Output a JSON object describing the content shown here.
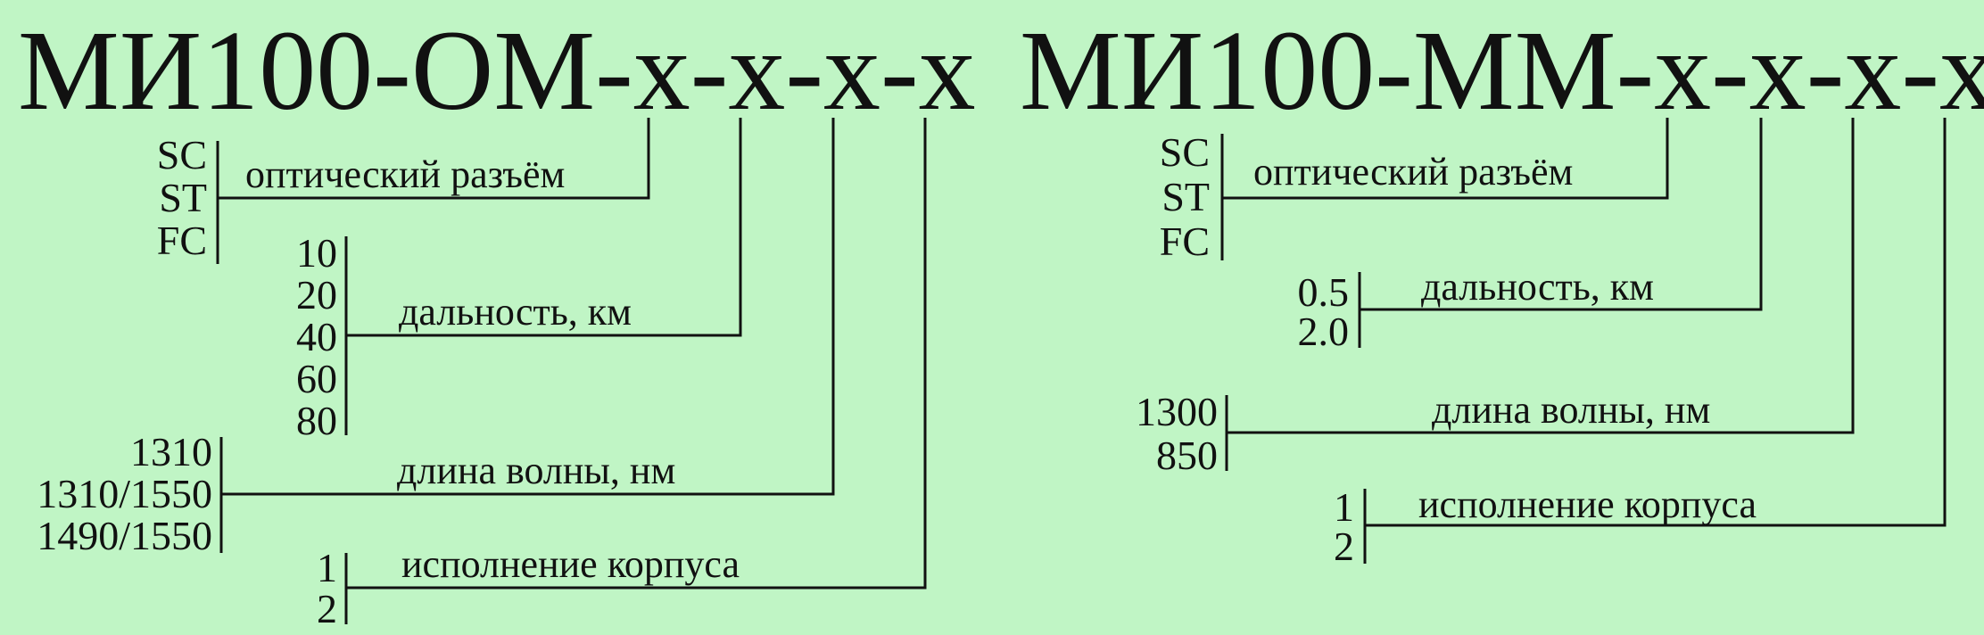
{
  "background_color": "#c0f5c5",
  "line_color": "#111111",
  "left": {
    "code": "МИ100-ОМ-x-x-x-x",
    "groups": [
      {
        "label": "оптический разъём",
        "options": [
          "SC",
          "ST",
          "FC"
        ]
      },
      {
        "label": "дальность, км",
        "options": [
          "10",
          "20",
          "40",
          "60",
          "80"
        ]
      },
      {
        "label": "длина волны, нм",
        "options": [
          "1310",
          "1310/1550",
          "1490/1550"
        ]
      },
      {
        "label": "исполнение корпуса",
        "options": [
          "1",
          "2"
        ]
      }
    ]
  },
  "right": {
    "code": "МИ100-ММ-x-x-x-x",
    "groups": [
      {
        "label": "оптический разъём",
        "options": [
          "SC",
          "ST",
          "FC"
        ]
      },
      {
        "label": "дальность, км",
        "options": [
          "0.5",
          "2.0"
        ]
      },
      {
        "label": "длина волны, нм",
        "options": [
          "1300",
          "850"
        ]
      },
      {
        "label": "исполнение корпуса",
        "options": [
          "1",
          "2"
        ]
      }
    ]
  }
}
